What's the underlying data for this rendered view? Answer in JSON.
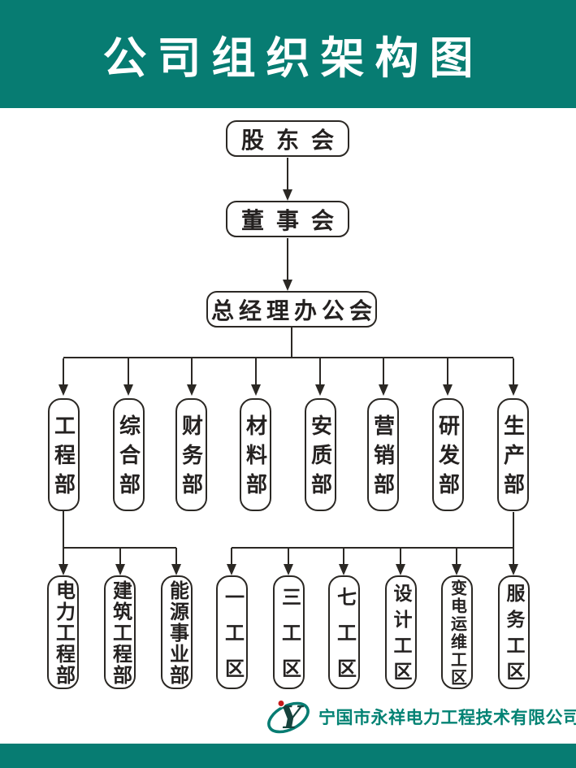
{
  "header": {
    "title": "公司组织架构图"
  },
  "chart": {
    "type": "org-chart",
    "root": "股东会",
    "level2": "董事会",
    "level3": "总经理办公会",
    "departments": [
      "工程部",
      "综合部",
      "财务部",
      "材料部",
      "安质部",
      "营销部",
      "研发部",
      "生产部"
    ],
    "engineering_children": [
      "电力工程部",
      "建筑工程部",
      "能源事业部"
    ],
    "production_children": [
      "一工区",
      "三工区",
      "七工区",
      "设计工区",
      "变电运维工区",
      "服务工区"
    ]
  },
  "footer": {
    "company_name": "宁国市永祥电力工程技术有限公司",
    "logo": "yx-monogram-logo"
  },
  "colors": {
    "teal": "#077c72",
    "line": "#2b2824",
    "text": "#242120",
    "logo_red": "#c61a1b",
    "company_text": "#028273"
  }
}
